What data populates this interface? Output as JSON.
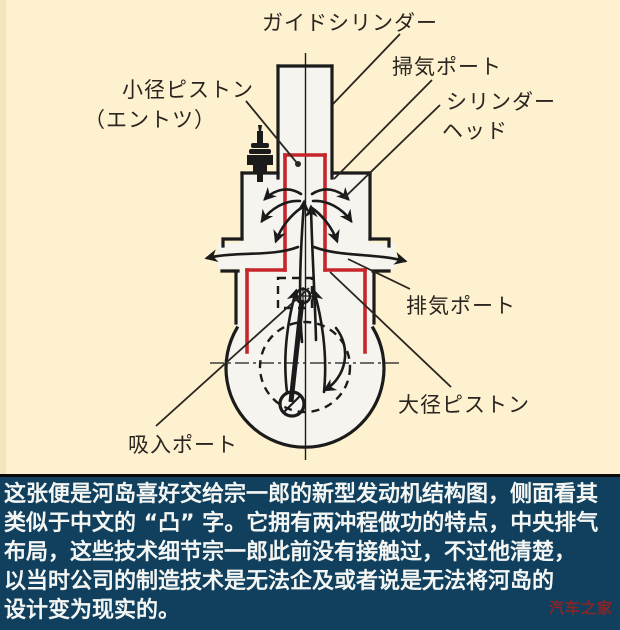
{
  "page": {
    "background_color": "#fdf1cf",
    "caption_bar_color": "#10405e",
    "line_color": "#1b1b1b",
    "piston_outline_color": "#c5252b",
    "watermark_color": "#8a2426"
  },
  "diagram": {
    "type": "engine-cross-section",
    "labels": {
      "guide_cylinder": "ガイドシリンダー",
      "scavenging_port": "掃気ポート",
      "cylinder_head_line1": "シリンダー",
      "cylinder_head_line2": "ヘッド",
      "small_piston_line1": "小径ピストン",
      "small_piston_line2": "（エントツ）",
      "exhaust_port": "排気ポート",
      "large_piston": "大径ピストン",
      "intake_port": "吸入ポート"
    },
    "icons": [
      "spark-plug-icon"
    ]
  },
  "caption": {
    "lines": [
      "这张便是河岛喜好交给宗一郎的新型发动机结构图，侧面看其",
      "类似于中文的 “凸” 字。它拥有两冲程做功的特点，中央排气",
      "布局，这些技术细节宗一郎此前没有接触过，不过他清楚，",
      "以当时公司的制造技术是无法企及或者说是无法将河岛的",
      "设计变为现实的。"
    ],
    "watermark": "汽车之家"
  }
}
